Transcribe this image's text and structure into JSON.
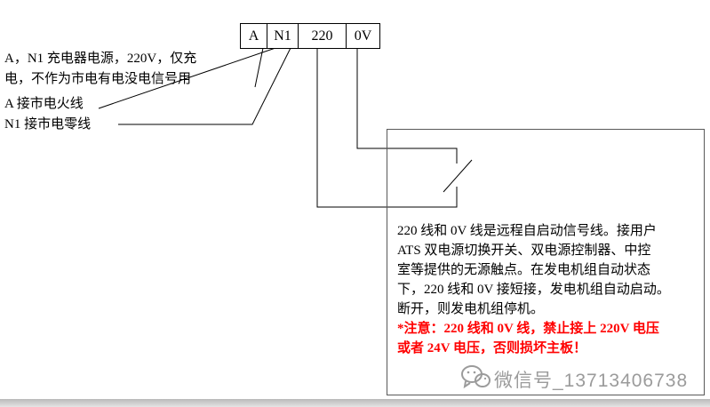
{
  "terminal_strip": {
    "cells": [
      "A",
      "N1",
      "220",
      "0V"
    ]
  },
  "left_annotations": {
    "charger_note_line1": "A，N1 充电器电源，220V，仅充",
    "charger_note_line2": "电，不作为市电有电没电信号用",
    "live_wire": "A 接市电火线",
    "neutral_wire": "N1 接市电零线"
  },
  "info_box": {
    "lines": [
      "220 线和 0V 线是远程自启动信号线。接用户",
      "ATS 双电源切换开关、双电源控制器、中控",
      "室等提供的无源触点。在发电机组自动状态",
      "下，220 线和 0V 接短接，发电机组自动启动。",
      "断开，则发电机组停机。"
    ],
    "warning_lines": [
      "*注意：220 线和 0V 线，禁止接上 220V 电压",
      "或者 24V 电压，否则损坏主板！"
    ],
    "warning_color": "#ff0000",
    "border_color": "#595959"
  },
  "watermark": {
    "text": "微信号_13713406738",
    "color": "#9b9b9b",
    "icon": "wechat-icon"
  }
}
